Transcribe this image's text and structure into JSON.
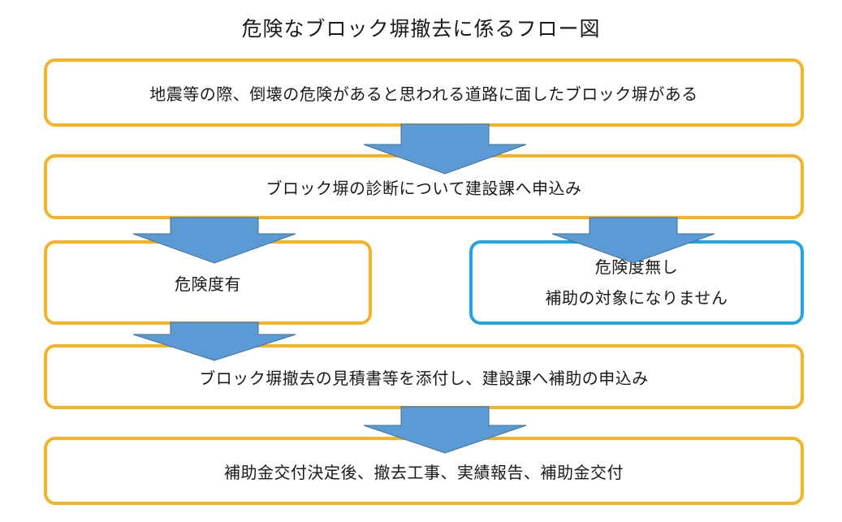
{
  "title": "危険なブロック塀撤去に係るフロー図",
  "steps": {
    "step1": "地震等の際、倒壊の危険があると思われる道路に面したブロック塀がある",
    "step2": "ブロック塀の診断について建設課へ申込み",
    "danger_yes": "危険度有",
    "danger_no_line1": "危険度無し",
    "danger_no_line2": "補助の対象になりません",
    "step4": "ブロック塀撤去の見積書等を添付し、建設課へ補助の申込み",
    "step5": "補助金交付決定後、撤去工事、実績報告、補助金交付"
  },
  "colors": {
    "box_border_main": "#f5b326",
    "box_border_no_subsidy": "#1ea6e4",
    "arrow_fill": "#5b9bd5"
  }
}
